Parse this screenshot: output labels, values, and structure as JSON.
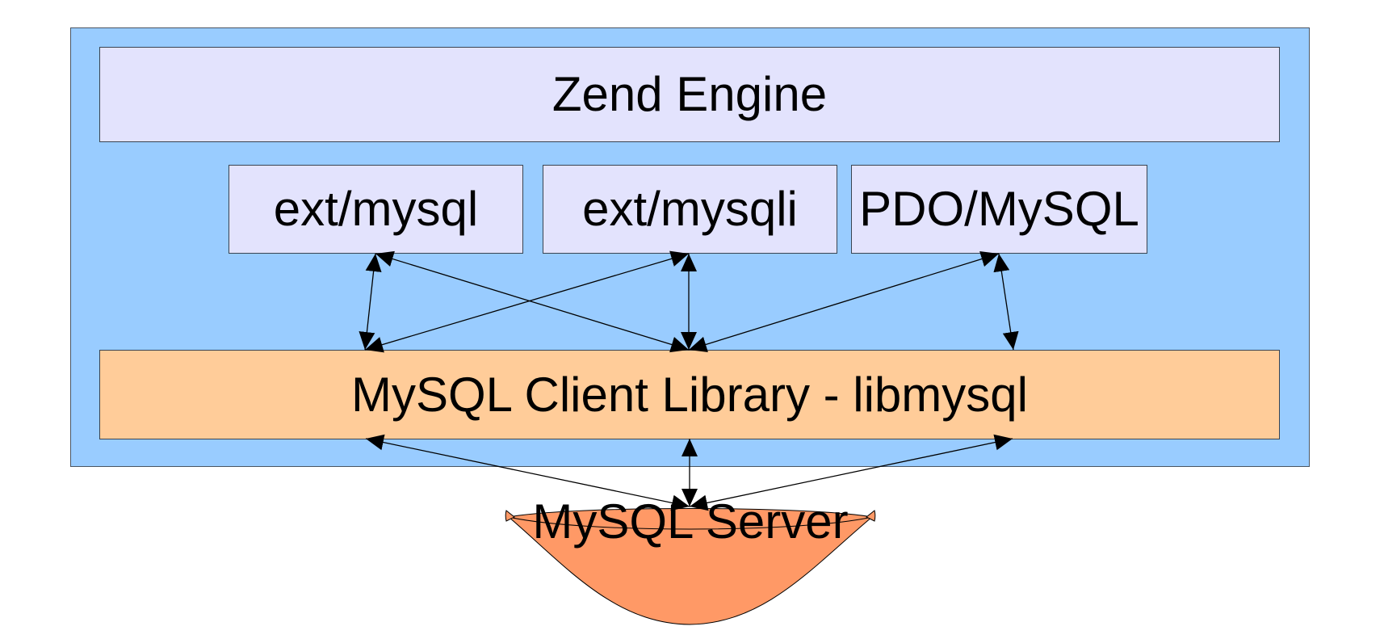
{
  "diagram": {
    "container": {
      "label": "",
      "fill": "#99ccff"
    },
    "zend_engine": {
      "label": "Zend Engine",
      "fill": "#e3e3fd"
    },
    "extensions": [
      {
        "id": "ext-mysql",
        "label": "ext/mysql"
      },
      {
        "id": "ext-mysqli",
        "label": "ext/mysqli"
      },
      {
        "id": "pdo-mysql",
        "label": "PDO/MySQL"
      }
    ],
    "client_library": {
      "label": "MySQL Client Library - libmysql",
      "fill": "#ffcc99"
    },
    "server": {
      "label": "MySQL Server",
      "fill": "#ff9966"
    },
    "connections": [
      {
        "from": "ext-mysql",
        "to": "libmysql",
        "type": "bidirectional"
      },
      {
        "from": "ext-mysql",
        "to": "libmysql",
        "type": "bidirectional"
      },
      {
        "from": "ext-mysqli",
        "to": "libmysql",
        "type": "bidirectional"
      },
      {
        "from": "ext-mysqli",
        "to": "libmysql",
        "type": "bidirectional"
      },
      {
        "from": "pdo-mysql",
        "to": "libmysql",
        "type": "bidirectional"
      },
      {
        "from": "pdo-mysql",
        "to": "libmysql",
        "type": "bidirectional"
      },
      {
        "from": "libmysql",
        "to": "mysql-server",
        "type": "bidirectional"
      },
      {
        "from": "libmysql",
        "to": "mysql-server",
        "type": "bidirectional"
      },
      {
        "from": "libmysql",
        "to": "mysql-server",
        "type": "bidirectional"
      }
    ]
  }
}
